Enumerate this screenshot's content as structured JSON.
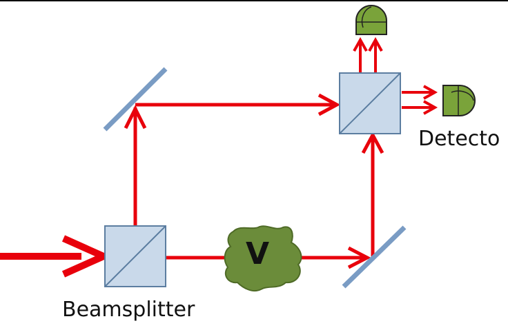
{
  "labels": {
    "beamsplitter": "Beamsplitter",
    "detectors": "Detecto",
    "object": "V"
  },
  "colors": {
    "beam": "#e8000b",
    "splitter_fill": "#c9d9ea",
    "splitter_edge": "#5b7da0",
    "mirror": "#7a9cc4",
    "object_fill": "#6b8c3a",
    "detector_fill": "#7aa33a"
  },
  "icons": [
    "beamsplitter-cube",
    "mirror",
    "detector",
    "blob-object"
  ]
}
